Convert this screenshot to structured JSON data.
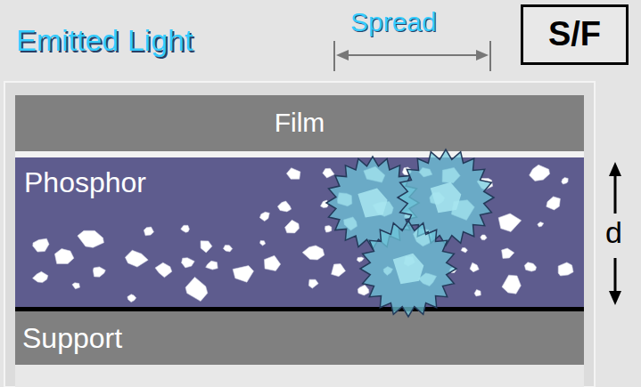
{
  "diagram": {
    "nodes": [
      {
        "text": [
          "S/F"
        ]
      },
      {
        "text": [
          "Film"
        ]
      },
      {
        "text": [
          "Phosphor"
        ]
      },
      {
        "text": [
          "Support"
        ]
      }
    ],
    "labels": [
      "Emitted Light",
      "Spread",
      "d"
    ]
  }
}
